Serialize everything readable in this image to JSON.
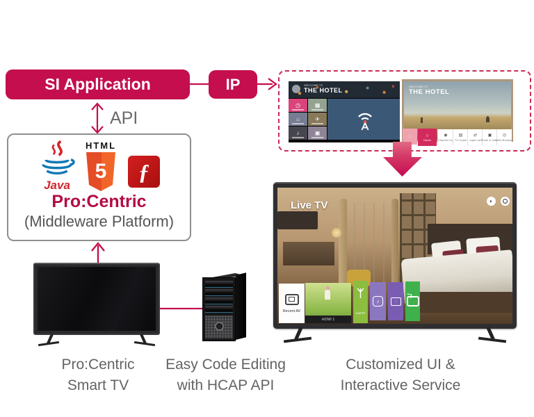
{
  "diagram": {
    "si_application": "SI Application",
    "ip": "IP",
    "api": "API"
  },
  "middleware": {
    "html_label": "HTML",
    "html5_number": "5",
    "java_label": "Java",
    "flash_glyph": "ƒ",
    "title": "Pro:Centric",
    "subtitle": "(Middleware Platform)"
  },
  "preview_panel": {
    "screen_left": {
      "welcome": "WELCOME TO",
      "hotel": "THE HOTEL"
    },
    "screen_right": {
      "welcome": "WELCOME TO",
      "hotel": "THE HOTEL",
      "home_label": "Home",
      "menu": [
        "Channel List",
        "TV Guide",
        "Input List",
        "Photo & Video",
        "Web Browser"
      ]
    }
  },
  "big_tv": {
    "live_tv": "Live TV",
    "recent_label": "Recent AV",
    "hdmi_label": "HDMI 1",
    "livetv_label": "LiveTV"
  },
  "captions": {
    "smart_tv_line1": "Pro:Centric",
    "smart_tv_line2": "Smart TV",
    "hcap_line1": "Easy Code Editing",
    "hcap_line2": "with HCAP API",
    "custom_line1": "Customized UI &",
    "custom_line2": "Interactive Service"
  },
  "glyphs": {
    "clock": "◷",
    "resort": "▦",
    "building": "⌂",
    "plane": "✈",
    "music": "♪",
    "photo": "▣",
    "bell": "◌",
    "power": "○",
    "channels": "◉",
    "guide": "▤",
    "input": "⇄",
    "web": "◎",
    "share": "▭"
  },
  "colors": {
    "brand_crimson": "#c40e4e",
    "arrow_pink": "#d4245e",
    "caption_gray": "#636363",
    "steel_blue_panel": "#3c5877",
    "launcher_green": "#8cbd3f",
    "launcher_purple": "#8b77c0",
    "launcher_deep_purple": "#7a5db2",
    "launcher_emerald": "#3fb14c"
  }
}
